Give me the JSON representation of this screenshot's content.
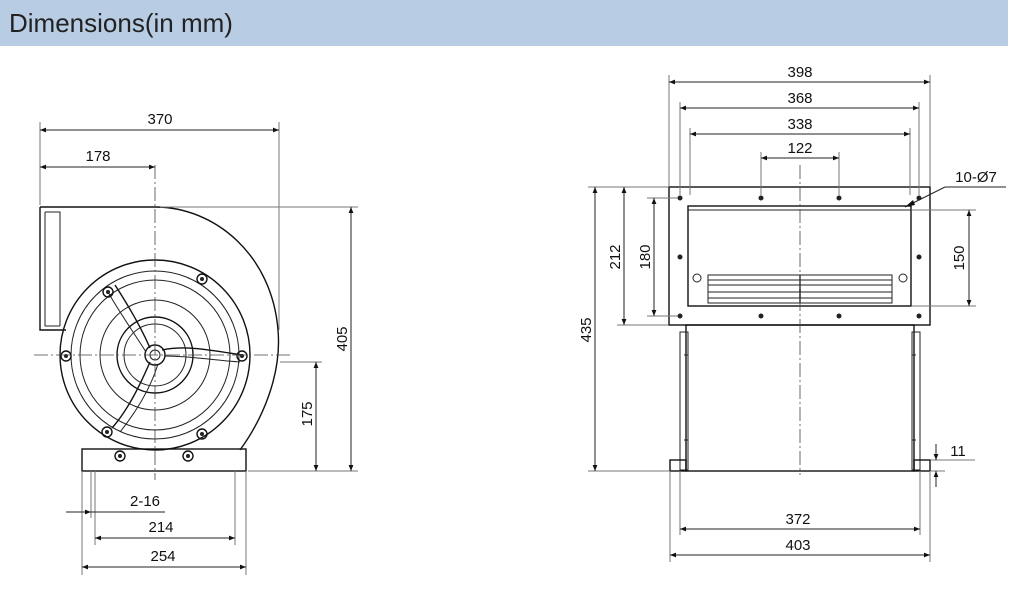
{
  "title": "Dimensions(in mm)",
  "side_view": {
    "dims": {
      "width": "370",
      "center_offset": "178",
      "height": "405",
      "axis_height": "175",
      "slot": "2-16",
      "hole_spacing": "214",
      "base_width": "254"
    }
  },
  "front_view": {
    "dims": {
      "overall_width": "398",
      "flange_outer": "368",
      "flange_inner": "338",
      "hole_pitch": "122",
      "hole_note": "10-Ø7",
      "flange_height": "212",
      "hole_height": "180",
      "outlet_height": "150",
      "overall_height": "435",
      "foot_thickness": "11",
      "base_inner": "372",
      "base_outer": "403"
    }
  }
}
